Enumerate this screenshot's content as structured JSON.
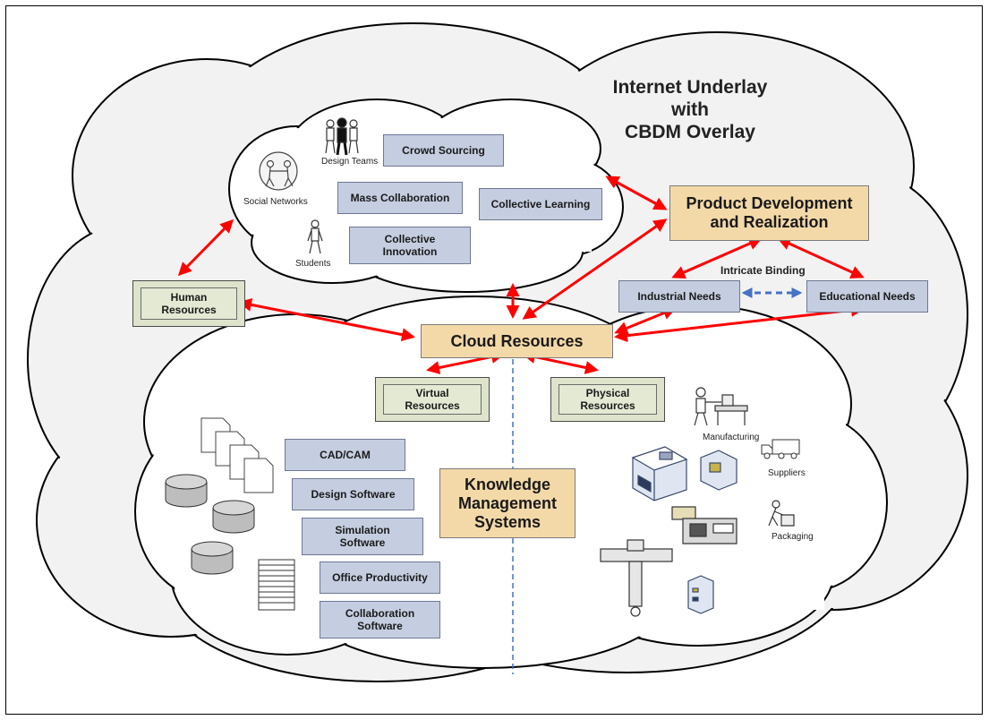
{
  "title": {
    "line1": "Internet Underlay",
    "line2": "with",
    "line3": "CBDM Overlay"
  },
  "social": {
    "crowd_sourcing": "Crowd Sourcing",
    "mass_collaboration": "Mass Collaboration",
    "collective_learning": "Collective Learning",
    "collective_innovation_1": "Collective",
    "collective_innovation_2": "Innovation",
    "design_teams": "Design Teams",
    "social_networks": "Social Networks",
    "students": "Students"
  },
  "nodes": {
    "product_dev_1": "Product Development",
    "product_dev_2": "and Realization",
    "intricate_binding": "Intricate Binding",
    "industrial_needs": "Industrial Needs",
    "educational_needs": "Educational Needs",
    "human_resources_1": "Human",
    "human_resources_2": "Resources",
    "cloud_resources": "Cloud Resources",
    "virtual_resources_1": "Virtual",
    "virtual_resources_2": "Resources",
    "physical_resources_1": "Physical",
    "physical_resources_2": "Resources"
  },
  "software": {
    "cad_cam": "CAD/CAM",
    "design_software": "Design Software",
    "simulation_1": "Simulation",
    "simulation_2": "Software",
    "office_productivity": "Office Productivity",
    "collaboration_1": "Collaboration",
    "collaboration_2": "Software",
    "kms_1": "Knowledge",
    "kms_2": "Management",
    "kms_3": "Systems"
  },
  "physical": {
    "manufacturing": "Manufacturing",
    "suppliers": "Suppliers",
    "packaging": "Packaging"
  },
  "colors": {
    "arrow": "#ff0000",
    "dashed_arrow": "#4472c4",
    "blue_box": "#c5cde0",
    "tan_box": "#f4d9a8",
    "bevel_box": "#dde4cb",
    "cloud_outer": "#f2f2f2",
    "cloud_inner": "#ffffff"
  }
}
